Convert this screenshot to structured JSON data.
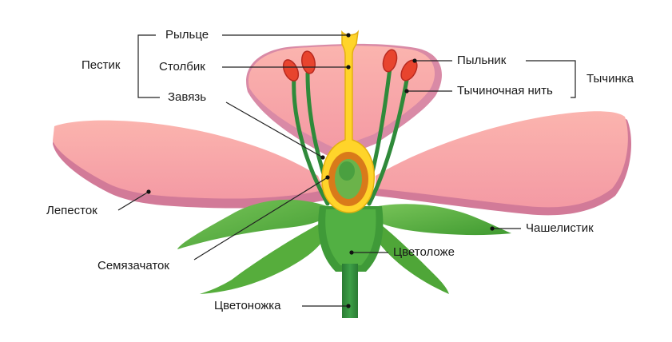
{
  "labels": {
    "stigma": "Рыльце",
    "style": "Столбик",
    "pistil": "Пестик",
    "ovary": "Завязь",
    "anther": "Пыльник",
    "filament": "Тычиночная нить",
    "stamen": "Тычинка",
    "petal": "Лепесток",
    "sepal": "Чашелистик",
    "ovule": "Семязачаток",
    "receptacle": "Цветоложе",
    "pedicel": "Цветоножка"
  },
  "colors": {
    "petal": "#f7a8a8",
    "petal_shadow": "#d77a96",
    "sepal": "#5bb33f",
    "sepal_dark": "#3a8a2a",
    "stem": "#2f8a3a",
    "pistil_yellow": "#ffd42a",
    "ovary_orange": "#d97a1a",
    "ovule_green": "#4aa040",
    "anther_red": "#e8442e",
    "line": "#222222"
  }
}
